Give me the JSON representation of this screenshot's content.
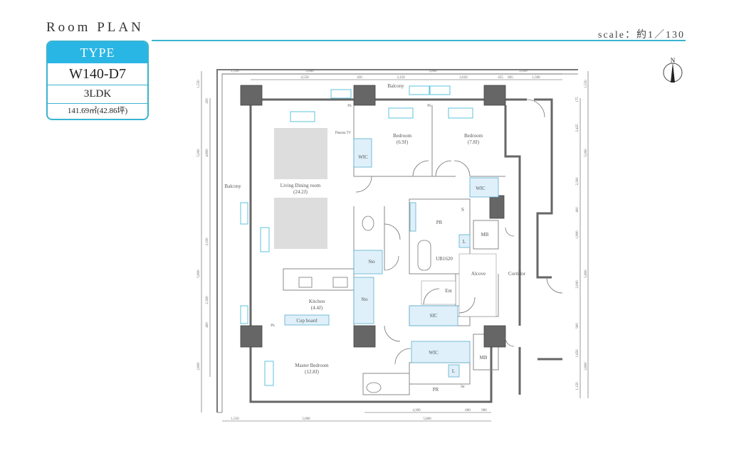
{
  "header": {
    "title": "Room  PLAN",
    "scale": "scale：約1／130"
  },
  "type_box": {
    "label": "TYPE",
    "name": "W140-D7",
    "layout": "3LDK",
    "area": "141.69㎡(42.86坪)"
  },
  "compass": {
    "label": "N"
  },
  "rooms": {
    "balcony_top": "Balcony",
    "balcony_left": "Balcony",
    "living": {
      "name": "Living Dining room",
      "size": "(24.2J)"
    },
    "bedroom1": {
      "name": "Bedroom",
      "size": "(6.9J)"
    },
    "bedroom2": {
      "name": "Bedroom",
      "size": "(7.8J)"
    },
    "master": {
      "name": "Master Bedroom",
      "size": "(12.8J)"
    },
    "kitchen": {
      "name": "Kitchen",
      "size": "(4.4J)"
    },
    "cupboard": "Cup board",
    "wic1": "WIC",
    "wic2": "WIC",
    "wic3": "WIC",
    "sic": "SIC",
    "sto1": "Sto",
    "sto2": "Sto",
    "pr1": "PR",
    "pr2": "PR",
    "ub": "UB1620",
    "ent": "Ent",
    "alcove": "Alcove",
    "corridor": "Corridor",
    "mb1": "MB",
    "mb2": "MB",
    "s": "S",
    "l1": "L",
    "l2": "L",
    "ps1": "PS",
    "ps2": "PS",
    "ps3": "PS",
    "tv": "Plasma TV",
    "str": "Str"
  },
  "dimensions": {
    "top_outer": [
      "1,550",
      "5,000",
      "5,800",
      "2,650"
    ],
    "top_inner": [
      "4,550",
      "450",
      "3,150",
      "2,650",
      "455",
      "605",
      "1,500"
    ],
    "left_outer": [
      "1,550",
      "5,000",
      "5,800",
      "2,800"
    ],
    "left_inner": [
      "200",
      "4,800",
      "3,100",
      "2,300",
      "400"
    ],
    "right_outer": [
      "1,550",
      "5,000",
      "5,800",
      "2,800"
    ],
    "right_inner": [
      "175",
      "2,425",
      "2,300",
      "400",
      "1,800",
      "2,000",
      "900",
      "1,650",
      "1,150"
    ],
    "bottom_outer": [
      "1,550",
      "5,000",
      "5,800"
    ],
    "bottom_inner": [
      "4,300",
      "600",
      "900"
    ]
  },
  "colors": {
    "accent": "#29b6e5",
    "line": "#3bb3d0",
    "wall": "#666666",
    "fixture": "#dff0fa"
  }
}
